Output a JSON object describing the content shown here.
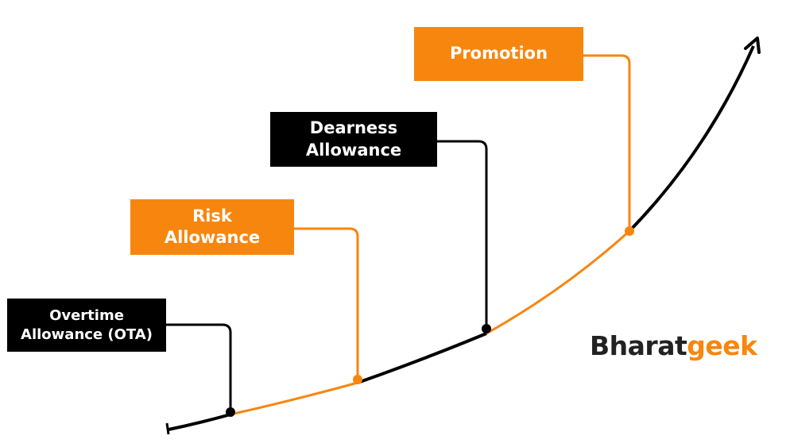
{
  "milestones": [
    {
      "id": "ota",
      "lines": [
        "Overtime",
        "Allowance (OTA)"
      ],
      "style": "dark"
    },
    {
      "id": "risk",
      "lines": [
        "Risk",
        "Allowance"
      ],
      "style": "orange"
    },
    {
      "id": "da",
      "lines": [
        "Dearness",
        "Allowance"
      ],
      "style": "dark"
    },
    {
      "id": "promo",
      "lines": [
        "Promotion"
      ],
      "style": "orange"
    }
  ],
  "logo": {
    "part1": "Bharat",
    "part2": "geek"
  },
  "colors": {
    "orange": "#f7860f",
    "black": "#000000",
    "white": "#ffffff"
  }
}
